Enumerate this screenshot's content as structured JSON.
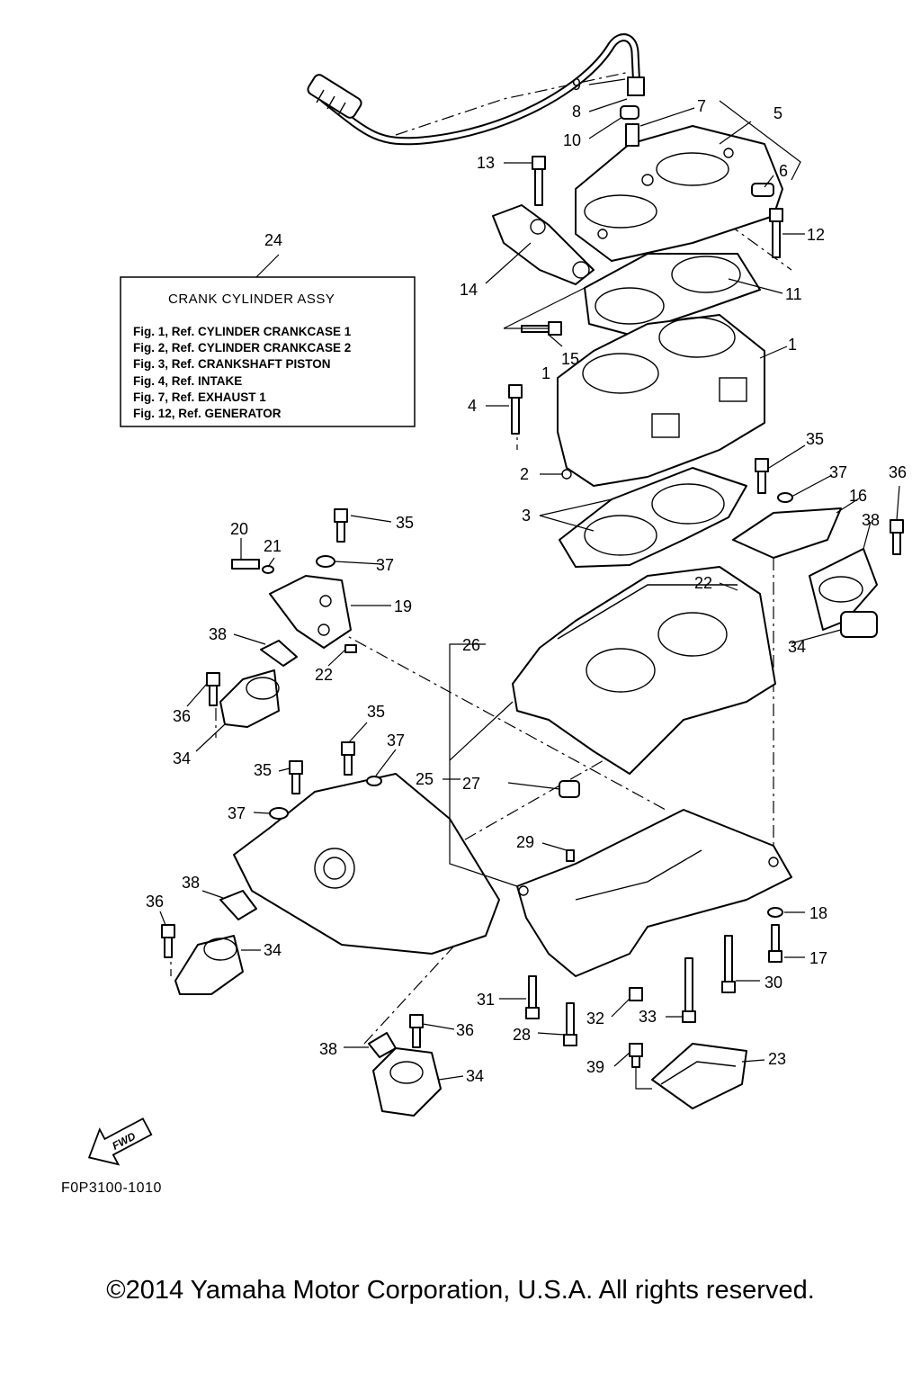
{
  "legend_box": {
    "callout": "24",
    "title": "CRANK CYLINDER ASSY",
    "lines": [
      "Fig. 1, Ref. CYLINDER CRANKCASE 1",
      "Fig. 2, Ref. CYLINDER CRANKCASE 2",
      "Fig. 3, Ref. CRANKSHAFT PISTON",
      "Fig. 4, Ref. INTAKE",
      "Fig. 7, Ref. EXHAUST 1",
      "Fig. 12, Ref.  GENERATOR"
    ]
  },
  "callouts": [
    "1",
    "1",
    "2",
    "3",
    "4",
    "5",
    "6",
    "7",
    "8",
    "9",
    "10",
    "11",
    "12",
    "13",
    "14",
    "15",
    "16",
    "17",
    "18",
    "19",
    "20",
    "21",
    "22",
    "22",
    "23",
    "24",
    "25",
    "26",
    "27",
    "28",
    "29",
    "30",
    "31",
    "32",
    "33",
    "34",
    "34",
    "34",
    "34",
    "35",
    "35",
    "35",
    "35",
    "36",
    "36",
    "36",
    "36",
    "37",
    "37",
    "37",
    "37",
    "38",
    "38",
    "38",
    "38",
    "39"
  ],
  "fwd_label": "FWD",
  "figure_code": "F0P3100-1010",
  "copyright": "©2014 Yamaha Motor Corporation, U.S.A. All rights reserved."
}
